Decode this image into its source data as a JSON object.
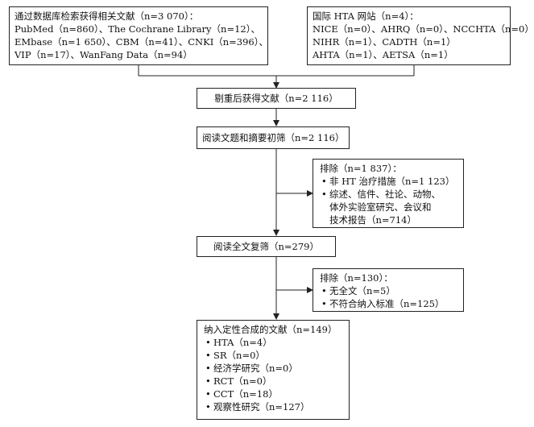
{
  "boxes": {
    "db_search": {
      "lines": [
        "通过数据库检索获得相关文献（n=3 070）：",
        "PubMed（n=860）、The Cochrane Library（n=12）、",
        "EMbase（n=1 650）、CBM（n=41）、CNKI（n=396）、",
        "VIP（n=17）、WanFang Data（n=94）"
      ]
    },
    "hta_sites": {
      "lines": [
        "国际 HTA 网站（n=4）：",
        "NICE（n=0）、AHRQ（n=0）、NCCHTA（n=0）",
        "NIHR（n=1）、CADTH（n=1）",
        "AHTA（n=1）、AETSA（n=1）"
      ]
    },
    "dedup": {
      "text": "剔重后获得文献（n=2 116）"
    },
    "screen": {
      "text": "阅读文题和摘要初筛（n=2 116）"
    },
    "exclude1": {
      "title": "排除（n=1 837）：",
      "items": [
        "非 HT 治疗措施（n=1 123）",
        "综述、信件、社论、动物、"
      ],
      "continuation": [
        "体外实验室研究、会议和",
        "技术报告（n=714）"
      ]
    },
    "fulltext": {
      "text": "阅读全文复筛（n=279）"
    },
    "exclude2": {
      "title": "排除（n=130）：",
      "items": [
        "无全文（n=5）",
        "不符合纳入标准（n=125）"
      ]
    },
    "included": {
      "title": "纳入定性合成的文献（n=149）",
      "items": [
        "HTA（n=4）",
        "SR（n=0）",
        "经济学研究（n=0）",
        "RCT（n=0）",
        "CCT（n=18）",
        "观察性研究（n=127）"
      ]
    }
  }
}
